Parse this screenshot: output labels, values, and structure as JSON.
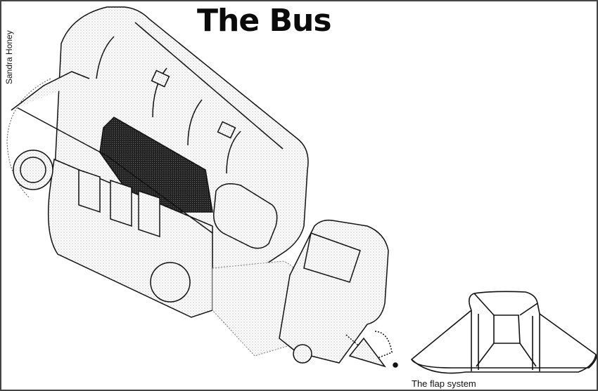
{
  "title": "The Bus",
  "credit": "Sandra Honey",
  "caption": "The flap system",
  "colors": {
    "ink": "#111111",
    "stipple": "#cfcfcf",
    "background": "#ffffff",
    "border": "#444444"
  }
}
